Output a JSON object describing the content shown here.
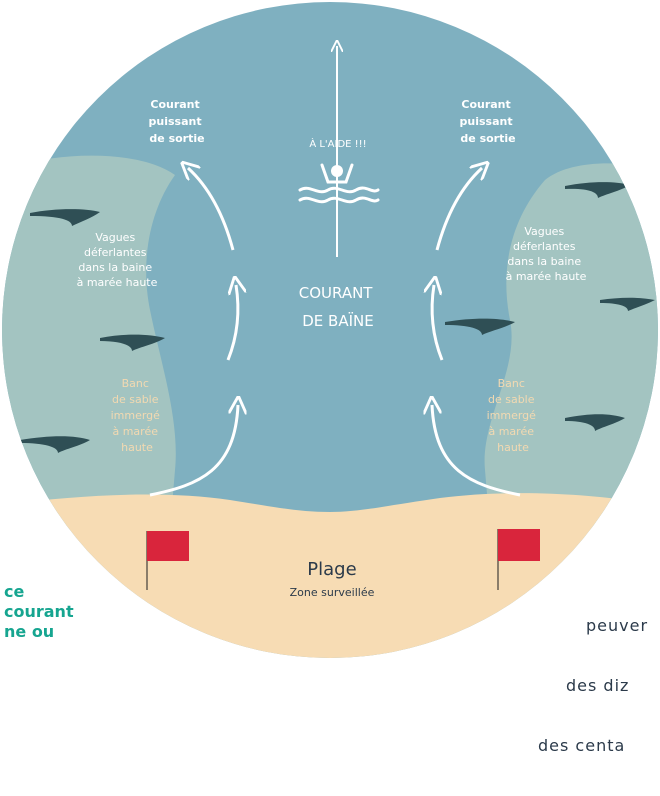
{
  "diagram": {
    "left_rip_label": [
      "Courant",
      "puissant",
      "de sortie"
    ],
    "right_rip_label": [
      "Courant",
      "puissant",
      "de sortie"
    ],
    "help_label": "À L'AIDE !!!",
    "center_label": [
      "COURANT",
      "DE BAÏNE"
    ],
    "left_waves_label": [
      "Vagues",
      "déferlantes",
      "dans la baine",
      "à marée haute"
    ],
    "right_waves_label": [
      "Vagues",
      "déferlantes",
      "dans la baine",
      "à marée haute"
    ],
    "left_sandbank_label": [
      "Banc",
      "de sable",
      "immergé",
      "à marée",
      "haute"
    ],
    "right_sandbank_label": [
      "Banc",
      "de sable",
      "immergé",
      "à marée",
      "haute"
    ],
    "beach_title": "Plage",
    "beach_subtitle": "Zone surveillée",
    "colors": {
      "sea": "#7fb0c0",
      "sandbank": "#a3c4c1",
      "sand": "#f7dcb4",
      "flag": "#d9253c",
      "arrow": "#ffffff",
      "wave": "#2f4f55"
    }
  },
  "background_text": {
    "left_lines": [
      "ce",
      "courant",
      "ne ou"
    ],
    "right_lines": [
      "peuver",
      "des diz",
      "des centa"
    ]
  }
}
